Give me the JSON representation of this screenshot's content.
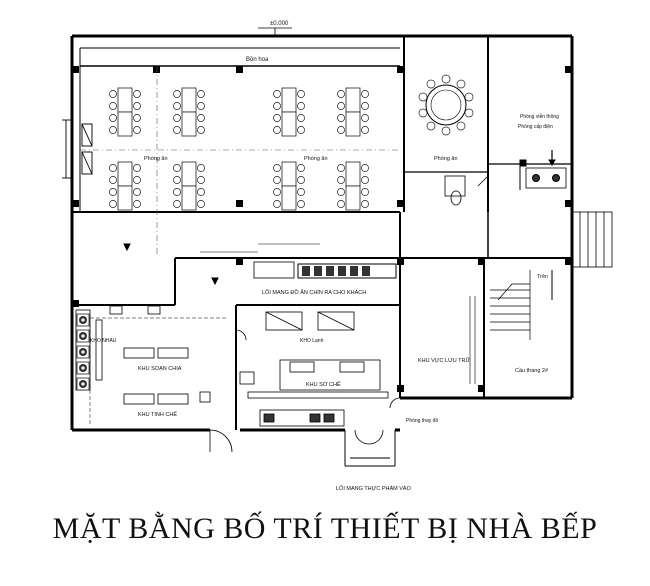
{
  "title": "MẶT BẰNG BỐ TRÍ THIẾT BỊ NHÀ BẾP",
  "labels": {
    "elevation": "±0.000",
    "flower_bed": "Bồn hoa",
    "dining_left": "Phòng ăn",
    "dining_center": "Phòng ăn",
    "dining_private": "Phòng ăn",
    "telecom_room": "Phòng viễn thông",
    "power_room": "Phòng cấp điện",
    "serving_exit": "LỐI MANG ĐỒ ĂN CHÍN RA CHO KHÁCH",
    "storage_area": "KHU VỰC LƯU TRỮ",
    "stair_up": "Trên",
    "stair_2": "Cầu thang 2#",
    "kho_nhau": "KHO NHAU",
    "prep_area": "KHU SOẠN CHIA",
    "fine_prep": "KHU TINH CHẾ",
    "kho_lanh": "KHO Lạnh",
    "rough_prep": "KHU SƠ CHẾ",
    "changing_room": "Phòng thay đồ",
    "food_entry": "LỐI MANG THỰC PHẨM VÀO"
  }
}
